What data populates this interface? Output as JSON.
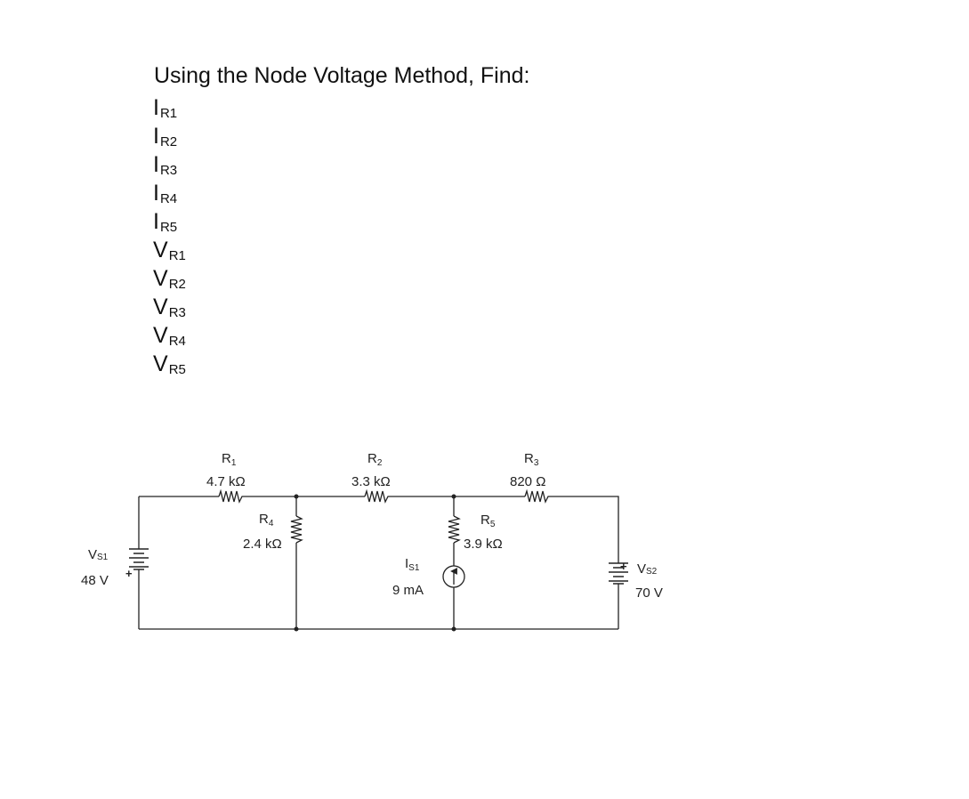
{
  "problem": {
    "heading": "Using the Node Voltage Method, Find:",
    "find_list": [
      {
        "main": "I",
        "sub": "R1"
      },
      {
        "main": "I",
        "sub": "R2"
      },
      {
        "main": "I",
        "sub": "R3"
      },
      {
        "main": "I",
        "sub": "R4"
      },
      {
        "main": "I",
        "sub": "R5"
      },
      {
        "main": "V",
        "sub": "R1"
      },
      {
        "main": "V",
        "sub": "R2"
      },
      {
        "main": "V",
        "sub": "R3"
      },
      {
        "main": "V",
        "sub": "R4"
      },
      {
        "main": "V",
        "sub": "R5"
      }
    ]
  },
  "circuit": {
    "R1": {
      "main": "R",
      "sub": "1",
      "value": "4.7 kΩ"
    },
    "R2": {
      "main": "R",
      "sub": "2",
      "value": "3.3 kΩ"
    },
    "R3": {
      "main": "R",
      "sub": "3",
      "value": "820 Ω"
    },
    "R4": {
      "main": "R",
      "sub": "4",
      "value": "2.4 kΩ"
    },
    "R5": {
      "main": "R",
      "sub": "5",
      "value": "3.9 kΩ"
    },
    "VS1": {
      "main": "V",
      "sub": "S1",
      "value": "48 V",
      "polarity": "+"
    },
    "VS2": {
      "main": "V",
      "sub": "S2",
      "value": "70 V",
      "polarity": "+"
    },
    "IS1": {
      "main": "I",
      "sub": "S1",
      "value": "9 mA"
    }
  }
}
